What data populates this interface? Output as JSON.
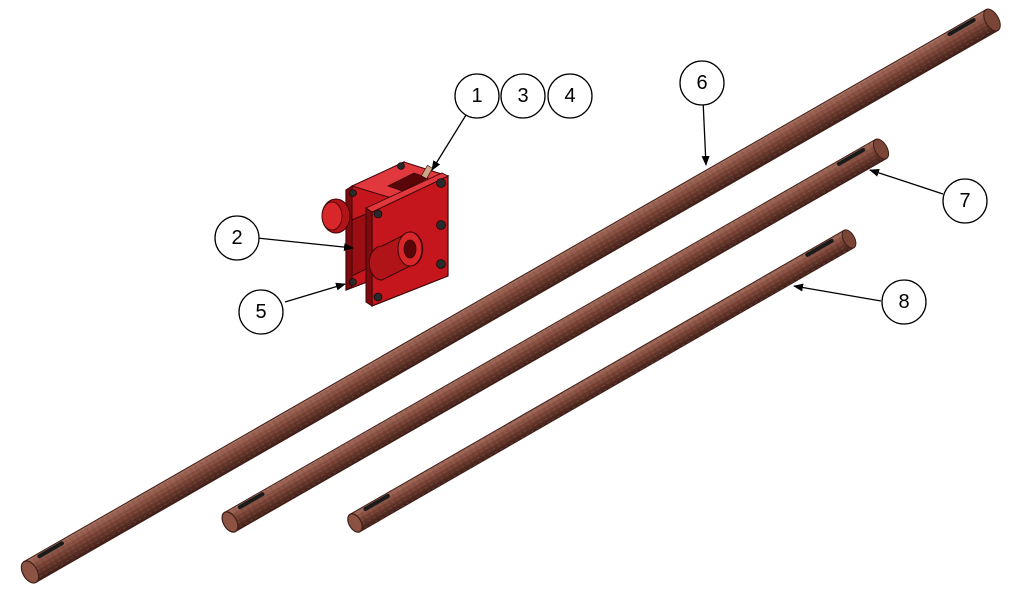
{
  "diagram": {
    "type": "exploded-assembly",
    "colors": {
      "shaft_body": "#7a4436",
      "shaft_highlight": "#a76f60",
      "shaft_shadow": "#3e1e17",
      "shaft_end": "#8c5244",
      "keyway": "#1a1a1a",
      "housing_red": "#c4161c",
      "housing_dark": "#7d0a0e",
      "housing_light": "#e0383c",
      "bolt": "#2a2a2a",
      "leader": "#000000",
      "balloon_stroke": "#000000",
      "balloon_fill": "#ffffff"
    },
    "balloons": [
      {
        "id": "b1",
        "label": "1"
      },
      {
        "id": "b3",
        "label": "3"
      },
      {
        "id": "b4",
        "label": "4"
      },
      {
        "id": "b2",
        "label": "2"
      },
      {
        "id": "b5",
        "label": "5"
      },
      {
        "id": "b6",
        "label": "6"
      },
      {
        "id": "b7",
        "label": "7"
      },
      {
        "id": "b8",
        "label": "8"
      }
    ],
    "parts": [
      {
        "id": "housing",
        "balloons": [
          "1",
          "2",
          "3",
          "4",
          "5"
        ]
      },
      {
        "id": "shaft-long",
        "balloons": [
          "6"
        ]
      },
      {
        "id": "shaft-medium",
        "balloons": [
          "7"
        ]
      },
      {
        "id": "shaft-short",
        "balloons": [
          "8"
        ]
      }
    ]
  }
}
